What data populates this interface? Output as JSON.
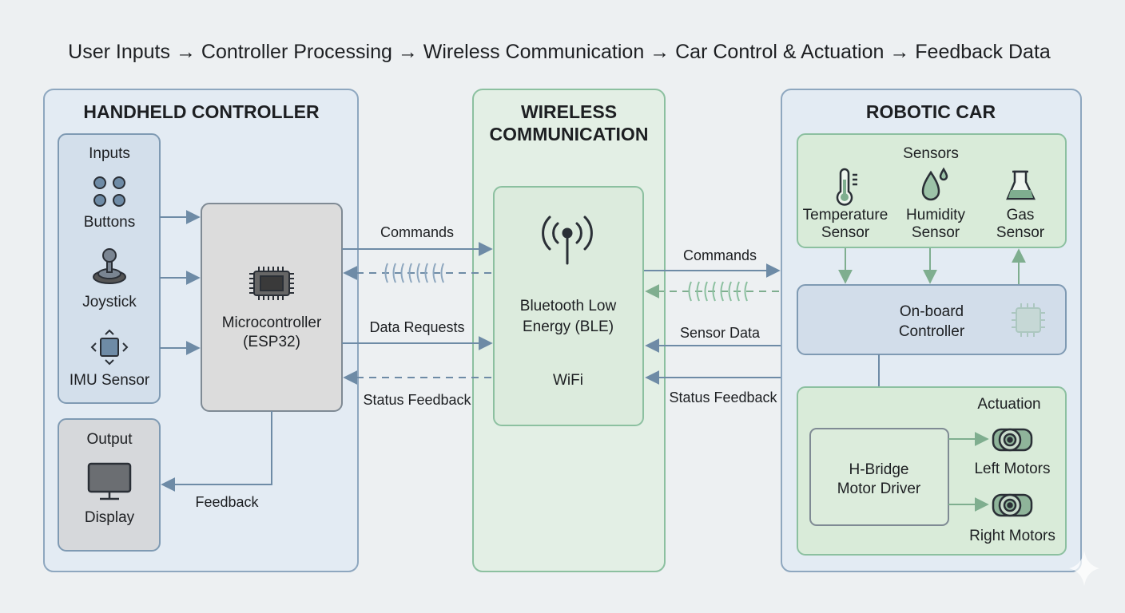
{
  "flow_title": "User Inputs → Controller Processing → Wireless Communication → Car Control & Actuation → Feedback Data",
  "colors": {
    "blue_line": "#6e8ba6",
    "green_line": "#7fae8f",
    "panel_blue": "#e3ebf3",
    "panel_green": "#e3efe5",
    "gray_box": "#dcdcdc"
  },
  "handheld": {
    "title": "HANDHELD CONTROLLER",
    "inputs": {
      "title": "Inputs",
      "items": [
        {
          "label": "Buttons",
          "icon": "buttons-icon"
        },
        {
          "label": "Joystick",
          "icon": "joystick-icon"
        },
        {
          "label": "IMU Sensor",
          "icon": "imu-icon"
        }
      ]
    },
    "output": {
      "title": "Output",
      "item": {
        "label": "Display",
        "icon": "monitor-icon"
      }
    },
    "mcu": {
      "line1": "Microcontroller",
      "line2": "(ESP32)",
      "icon": "chip-icon"
    },
    "feedback_label": "Feedback"
  },
  "links_left": {
    "commands": "Commands",
    "data_requests": "Data Requests",
    "status_feedback": "Status Feedback"
  },
  "wireless": {
    "title_line1": "WIRELESS",
    "title_line2": "COMMUNICATION",
    "ble_line1": "Bluetooth Low",
    "ble_line2": "Energy (BLE)",
    "wifi": "WiFi",
    "icon": "antenna-icon"
  },
  "links_right": {
    "commands": "Commands",
    "sensor_data": "Sensor Data",
    "status_feedback": "Status Feedback"
  },
  "car": {
    "title": "ROBOTIC CAR",
    "sensors": {
      "title": "Sensors",
      "items": [
        {
          "line1": "Temperature",
          "line2": "Sensor",
          "icon": "thermometer-icon"
        },
        {
          "line1": "Humidity",
          "line2": "Sensor",
          "icon": "droplet-icon"
        },
        {
          "line1": "Gas",
          "line2": "Sensor",
          "icon": "flask-icon"
        }
      ]
    },
    "controller": {
      "line1": "On-board",
      "line2": "Controller"
    },
    "actuation": {
      "title": "Actuation",
      "driver": {
        "line1": "H-Bridge",
        "line2": "Motor Driver"
      },
      "motors": [
        {
          "label": "Left Motors"
        },
        {
          "label": "Right Motors"
        }
      ]
    }
  }
}
